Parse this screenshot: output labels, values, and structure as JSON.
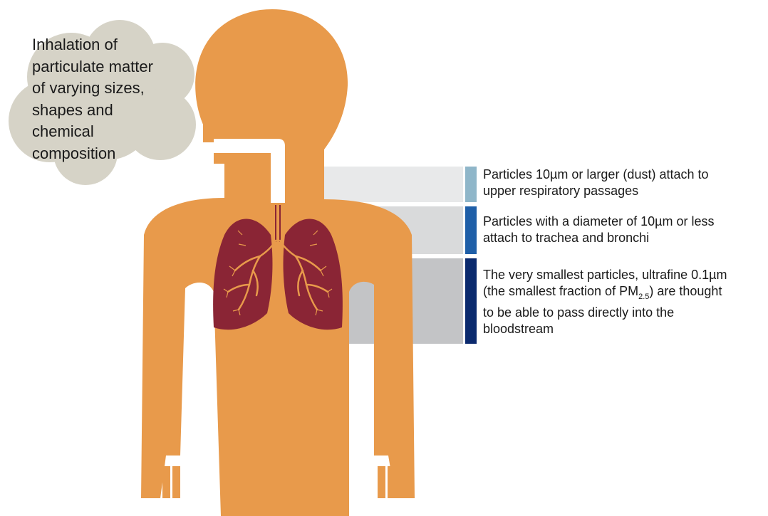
{
  "cloud": {
    "lines": [
      "Inhalation of",
      "particulate matter",
      "of varying sizes,",
      "shapes and",
      "chemical",
      "composition"
    ]
  },
  "annotations": [
    {
      "lines": [
        "Particles 10µm or larger (dust) attach to",
        "upper respiratory passages"
      ],
      "color": "#8fb6c9"
    },
    {
      "lines": [
        "Particles with a diameter of 10µm or less",
        "attach to trachea and bronchi"
      ],
      "color": "#1f5fa8"
    },
    {
      "lines_pre": "The very smallest particles, ultrafine 0.1µm",
      "line2_pre": "(the smallest fraction of PM",
      "line2_sub": "2.5",
      "line2_post": ") are thought",
      "lines_post": [
        "to be able to pass directly into the",
        "bloodstream"
      ],
      "color": "#0b2a6e"
    }
  ],
  "colors": {
    "body": "#e89a4b",
    "lungs": "#8a2535",
    "airway": "#ffffff",
    "cloud": "#d6d3c7"
  }
}
